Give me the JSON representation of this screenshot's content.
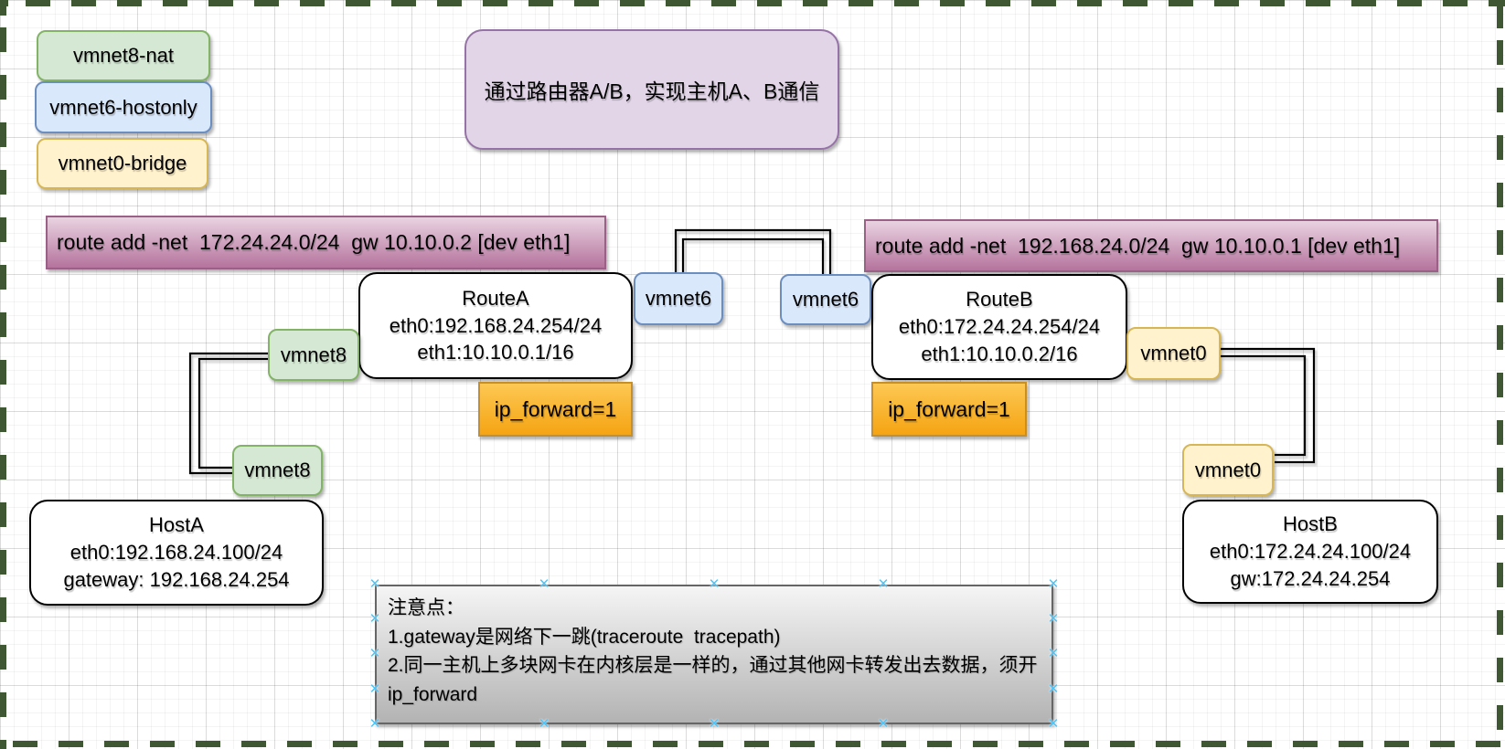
{
  "diagram": {
    "title": "通过路由器A/B，实现主机A、B通信",
    "legend": [
      {
        "label": "vmnet8-nat"
      },
      {
        "label": "vmnet6-hostonly"
      },
      {
        "label": "vmnet0-bridge"
      }
    ],
    "route_rules": {
      "left": "route add -net  172.24.24.0/24  gw 10.10.0.2 [dev eth1]",
      "right": "route add -net  192.168.24.0/24  gw 10.10.0.1 [dev eth1]"
    },
    "nodes": {
      "routeA": {
        "name": "RouteA",
        "eth0": "eth0:192.168.24.254/24",
        "eth1": "eth1:10.10.0.1/16"
      },
      "routeB": {
        "name": "RouteB",
        "eth0": "eth0:172.24.24.254/24",
        "eth1": "eth1:10.10.0.2/16"
      },
      "hostA": {
        "name": "HostA",
        "eth0": "eth0:192.168.24.100/24",
        "gateway": "gateway: 192.168.24.254"
      },
      "hostB": {
        "name": "HostB",
        "eth0": "eth0:172.24.24.100/24",
        "gateway": "gw:172.24.24.254"
      }
    },
    "interface_labels": {
      "vmnet6_a": "vmnet6",
      "vmnet6_b": "vmnet6",
      "vmnet8_a": "vmnet8",
      "vmnet8_b": "vmnet8",
      "vmnet0_a": "vmnet0",
      "vmnet0_b": "vmnet0"
    },
    "ip_forward": {
      "routeA": "ip_forward=1",
      "routeB": "ip_forward=1"
    },
    "note": {
      "line1": "注意点：",
      "line2": "1.gateway是网络下一跳(traceroute  tracepath)",
      "line3": "2.同一主机上多块网卡在内核层是一样的，通过其他网卡转发出去数据，须开ip_forward"
    },
    "colors": {
      "nat_fill": "#d5e8d4",
      "nat_stroke": "#82b366",
      "hostonly_fill": "#dae8fc",
      "hostonly_stroke": "#6c8ebf",
      "bridge_fill": "#fff2cc",
      "bridge_stroke": "#d6b656",
      "title_fill": "#e1d5e7",
      "title_stroke": "#9673a6",
      "rule_top": "#e9d3e1",
      "rule_bottom": "#b5739d",
      "rule_stroke": "#996185",
      "flag_top": "#fdc853",
      "flag_bottom": "#f5a413",
      "flag_stroke": "#c78f2a",
      "note_top": "#f5f5f5",
      "note_bottom": "#b3b3b3",
      "note_stroke": "#666666",
      "handle": "#4fc3f7",
      "page_border": "#3f5733"
    }
  }
}
